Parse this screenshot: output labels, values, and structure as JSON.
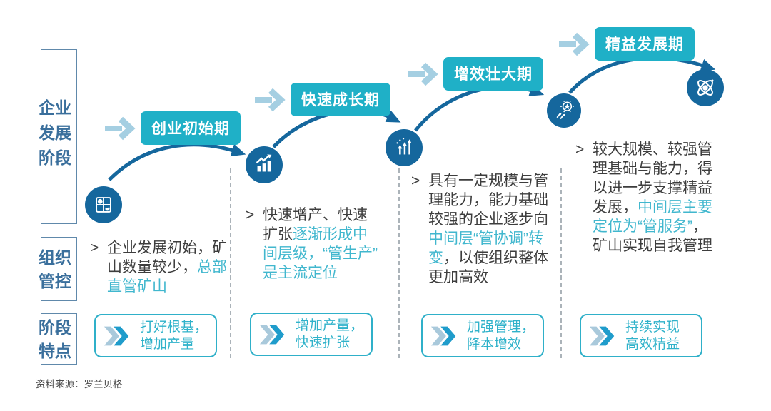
{
  "diagram": {
    "title_rows": [
      {
        "label": "企业\n发展\n阶段"
      },
      {
        "label": "组织\n管控"
      },
      {
        "label": "阶段\n特点"
      }
    ],
    "stages": [
      {
        "banner": "创业初始期",
        "icon": "puzzle-icon",
        "bullet": ">",
        "desc": {
          "pre": "企业发展初始，矿\n山数量较少，",
          "hl": "总部\n直管矿山",
          "post": ""
        },
        "feature": "打好根基，\n增加产量"
      },
      {
        "banner": "快速成长期",
        "icon": "growth-chart-icon",
        "bullet": ">",
        "desc": {
          "pre": "快速增产、快速\n扩张",
          "hl": "逐渐形成中\n间层级，“管生产”\n是主流定位",
          "post": ""
        },
        "feature": "增加产量，\n快速扩张"
      },
      {
        "banner": "增效壮大期",
        "icon": "rising-arrows-icon",
        "bullet": ">",
        "desc": {
          "pre": "具有一定规模与管\n理能力，能力基础\n较强的企业逐步向\n",
          "hl": "中间层“管协调”转\n变",
          "post": "，以使组织整体\n更加高效"
        },
        "feature": "加强管理，\n降本增效"
      },
      {
        "banner": "精益发展期",
        "icon": "innovation-star-icon",
        "bullet": ">",
        "desc": {
          "pre": "较大规模、较强管\n理基础与能力，得\n以进一步支撑精益\n发展，",
          "hl": "中间层主要\n定位为“管服务”",
          "post": "，\n矿山实现自我管理"
        },
        "feature": "持续实现\n高效精益"
      }
    ],
    "end_icon": "atom-icon",
    "source": "资料来源：罗兰贝格",
    "colors": {
      "banner_teal": "#1fb0c7",
      "highlight_teal": "#41b7ce",
      "dark_blue": "#15679d",
      "light_blue_arrow": "#a5cfe2",
      "label_blue": "#3a6f9c",
      "body_text": "#3d3d3d",
      "box_border": "#2fb0c9"
    }
  }
}
